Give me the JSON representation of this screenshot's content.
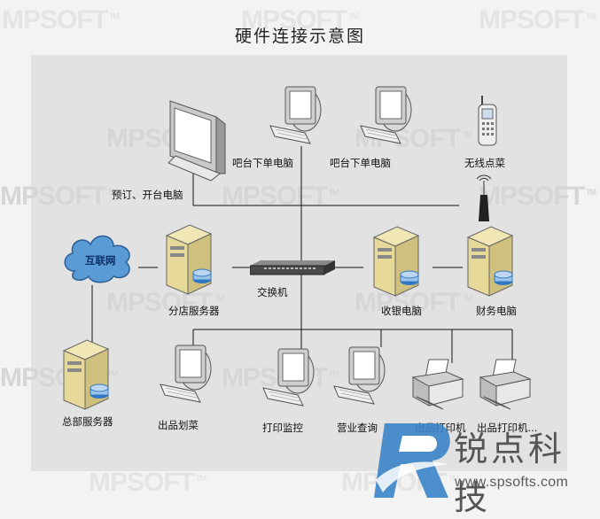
{
  "title": "硬件连接示意图",
  "watermark": {
    "text": "MPSOFT",
    "tm": "TM"
  },
  "nodes": {
    "bar_pc_1": "吧台下单电脑",
    "bar_pc_2": "吧台下单电脑",
    "reservation_pc": "预订、开台电脑",
    "wireless": "无线点菜",
    "internet": "互联网",
    "branch_server": "分店服务器",
    "switch": "交换机",
    "cashier_pc": "收银电脑",
    "finance_pc": "财务电脑",
    "hq_server": "总部服务器",
    "dish_pc": "出品划菜",
    "monitor_pc": "打印监控",
    "business_pc": "营业查询",
    "printer_1": "出品打印机",
    "printer_2": "出品打印机..."
  },
  "brand": {
    "name_cn": "锐点科技",
    "url": "www.spsofts.com"
  },
  "colors": {
    "cloud": "#5b9bd5",
    "brand": "#3a84c8",
    "line": "#111111"
  }
}
